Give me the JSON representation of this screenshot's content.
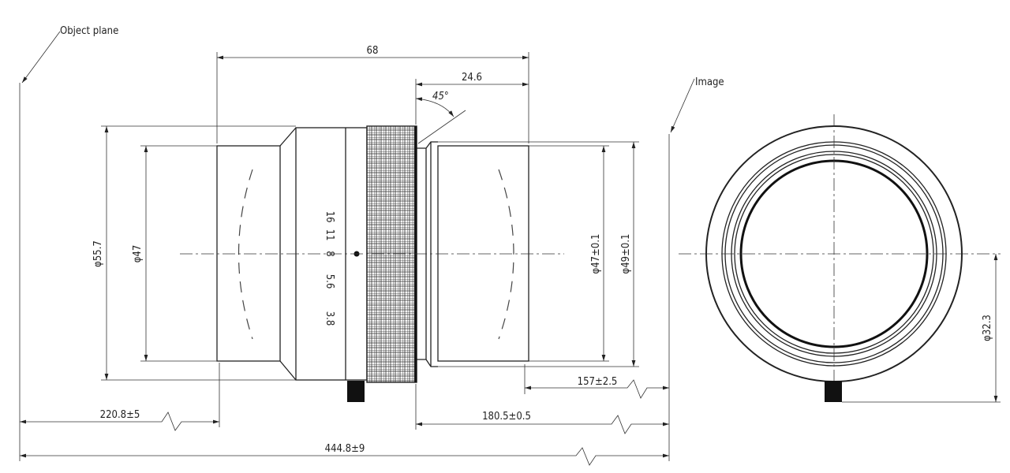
{
  "labels": {
    "object_plane": "Object plane",
    "image": "Image"
  },
  "dimensions": {
    "overall_length": "68",
    "rear_length": "24.6",
    "angle": "45°",
    "front_diameter": "φ55.7",
    "front_inner_diameter": "φ47",
    "rear_diameter_1": "φ47±0.1",
    "rear_diameter_2": "φ49±0.1",
    "screw_offset": "φ32.3",
    "image_distance": "157±2.5",
    "object_distance": "220.8±5",
    "back_distance": "180.5±0.5",
    "total_distance": "444.8±9"
  },
  "aperture_scale": [
    "16",
    "11",
    "8",
    "5.6",
    "3.8"
  ]
}
